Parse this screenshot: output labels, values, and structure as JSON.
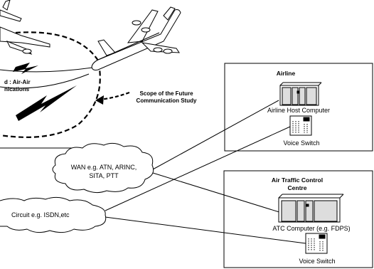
{
  "labels": {
    "partial_link_line1": "d : Air-Air",
    "partial_link_line2": "nications",
    "scope_line1": "Scope of the Future",
    "scope_line2": "Communication Study",
    "airline_box_title": "Airline",
    "airline_host_computer": "Airline Host Computer",
    "airline_voice_switch": "Voice Switch",
    "atc_box_title_line1": "Air Traffic Control",
    "atc_box_title_line2": "Centre",
    "atc_computer": "ATC Computer (e.g. FDPS)",
    "atc_voice_switch": "Voice Switch",
    "wan_cloud_line1": "WAN e.g. ATN, ARINC,",
    "wan_cloud_line2": "SITA, PTT",
    "circuit_cloud": "Circuit e.g. ISDN,etc"
  },
  "colors": {
    "stroke": "#000000",
    "fill": "#ffffff",
    "equipment": "#dcdcdc"
  }
}
